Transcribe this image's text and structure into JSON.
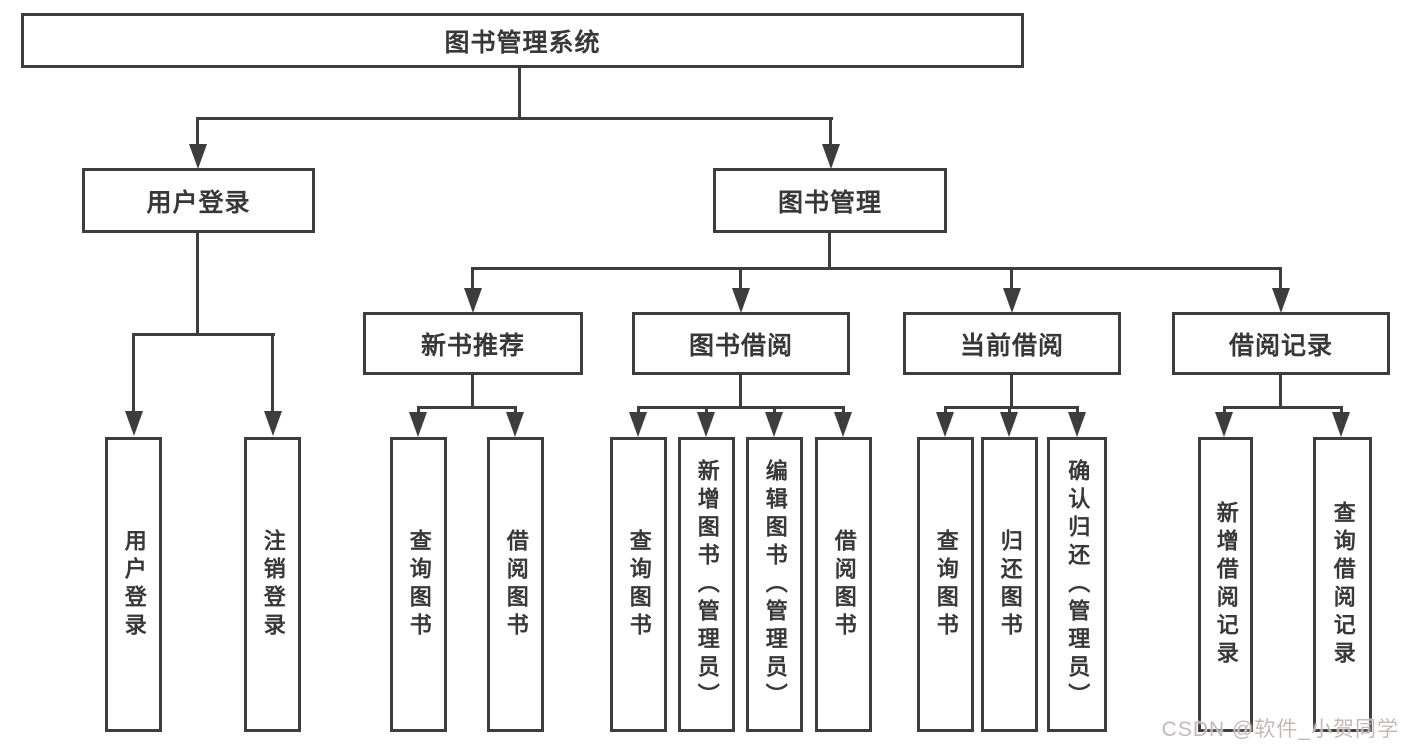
{
  "diagram": {
    "title": "图书管理系统",
    "branches": [
      {
        "label": "用户登录",
        "children": [
          "用户登录",
          "注销登录"
        ]
      },
      {
        "label": "图书管理",
        "sections": [
          {
            "label": "新书推荐",
            "children": [
              "查询图书",
              "借阅图书"
            ]
          },
          {
            "label": "图书借阅",
            "children": [
              "查询图书",
              "新增图书（管理员）",
              "编辑图书（管理员）",
              "借阅图书"
            ]
          },
          {
            "label": "当前借阅",
            "children": [
              "查询图书",
              "归还图书",
              "确认归还（管理员）"
            ]
          },
          {
            "label": "借阅记录",
            "children": [
              "新增借阅记录",
              "查询借阅记录"
            ]
          }
        ]
      }
    ]
  },
  "watermark": {
    "text": "CSDN @软件_小贺同学"
  },
  "colors": {
    "line": "#3d3d3d",
    "text": "#383838",
    "background": "#ffffff",
    "watermark": "#c6b8b8"
  }
}
